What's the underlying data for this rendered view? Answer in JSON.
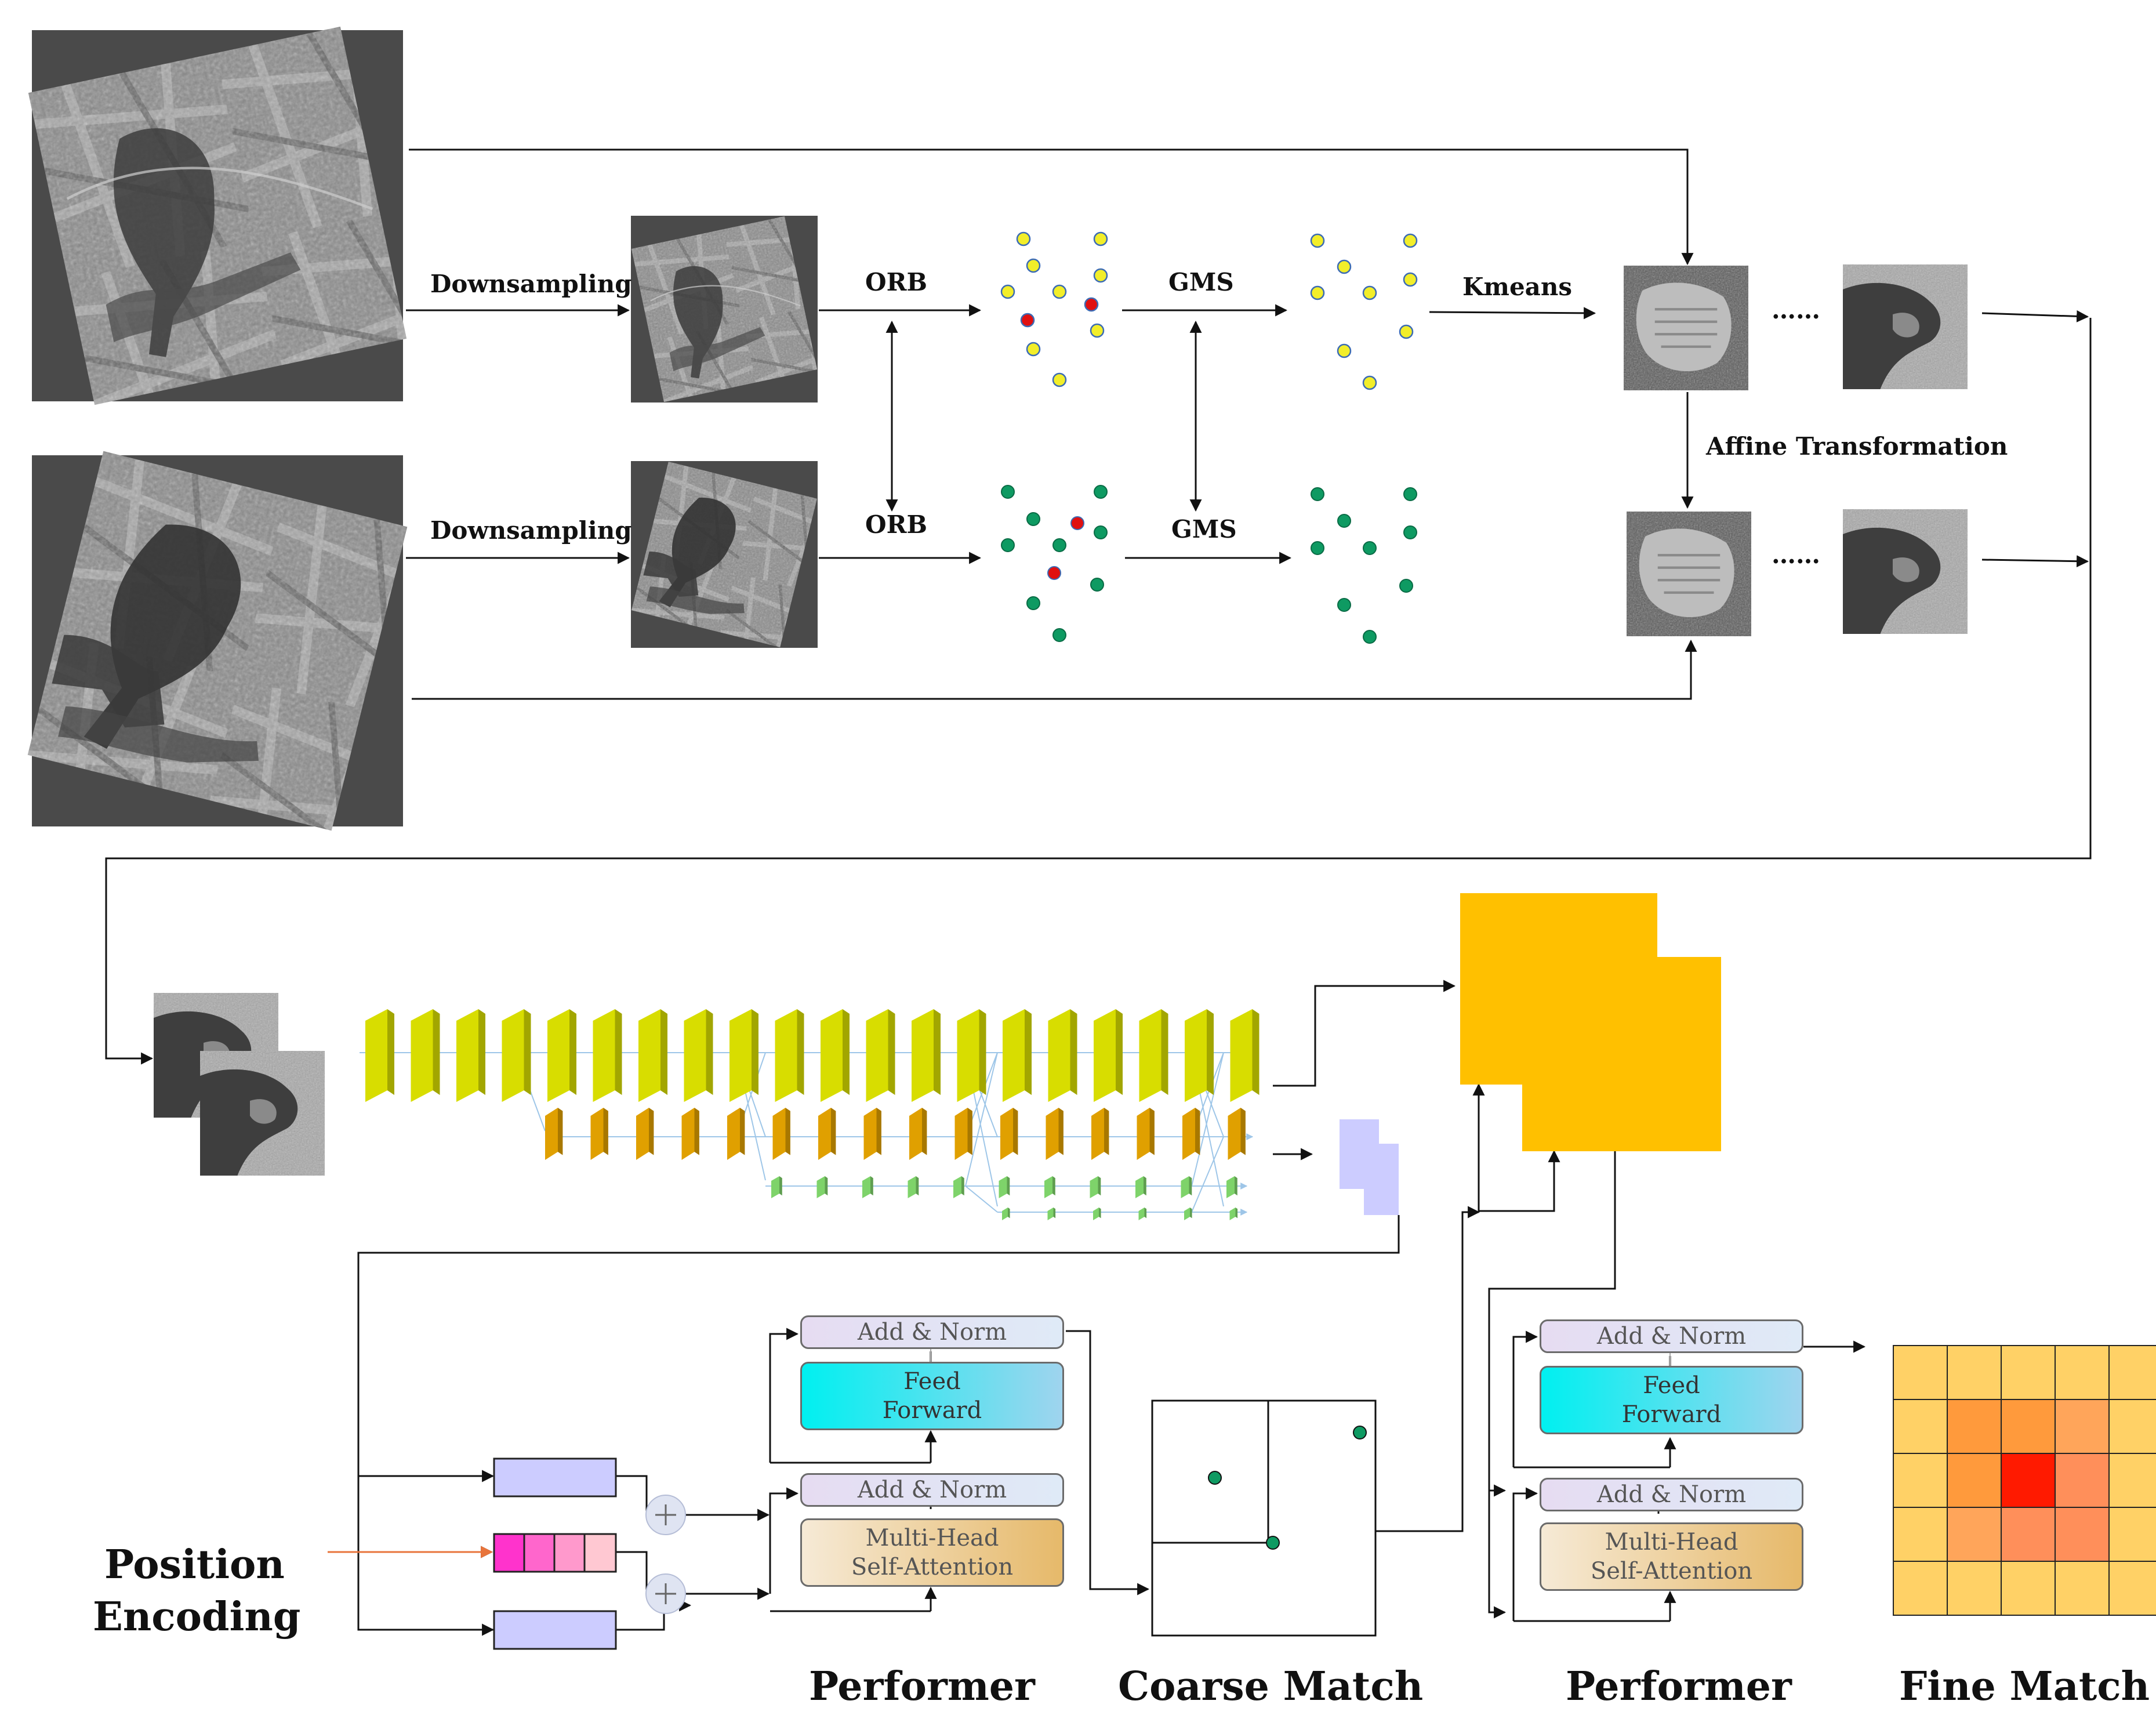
{
  "labels": {
    "downsampling_top": "Downsampling",
    "downsampling_bottom": "Downsampling",
    "orb_top": "ORB",
    "orb_bottom": "ORB",
    "gms_top": "GMS",
    "gms_bottom": "GMS",
    "kmeans": "Kmeans",
    "affine": "Affine Transformation",
    "dots_top": "……",
    "dots_bottom": "……",
    "position_encoding_line1": "Position",
    "position_encoding_line2": "Encoding",
    "performer_left": "Performer",
    "coarse_match": "Coarse Match",
    "performer_right": "Performer",
    "fine_match": "Fine Match"
  },
  "performer_blocks": {
    "add_norm": "Add & Norm",
    "feed_forward_line1": "Feed",
    "feed_forward_line2": "Forward",
    "mhsa_line1": "Multi-Head",
    "mhsa_line2": "Self-Attention"
  },
  "colors": {
    "keypoint_yellow": "#f2ee2a",
    "keypoint_red": "#e01010",
    "keypoint_green": "#0e9a62",
    "feature_yellow": "#d8dd00",
    "feature_orange": "#e0a000",
    "feature_green": "#7ed36a",
    "coarse_map": "#ffc000",
    "fine_map_lavender": "#ccccff",
    "fine_grid_outer": "#ffd166",
    "fine_grid_mid": "#ff9a3c",
    "fine_grid_center": "#ff1a00",
    "pos_enc_magenta": "#ff33cc",
    "pos_enc_pink": "#ff99cc",
    "pos_enc_lavender": "#ccccff"
  }
}
